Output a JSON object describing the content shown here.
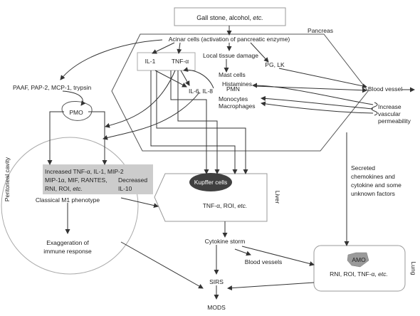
{
  "labels": {
    "trigger": "Gall stone, alcohol, etc.",
    "trigger_plain": "Gall stone, alcohol, ",
    "trigger_italic": "etc.",
    "acinar": "Acinar cells (activation of pancreatic enzyme)",
    "pancreas": "Pancreas",
    "il1": "IL-1",
    "tnf": "TNF-α",
    "local_damage": "Local tissue damage",
    "pg_lk": "PG, LK",
    "mast_cells": "Mast cells",
    "histamines": "Histamines",
    "blood_vessel": "Blood vessel",
    "il6_il8": "IL-6, IL-8",
    "pmn": "PMN",
    "monocytes": "Monocytes",
    "macrophages": "Macrophages",
    "increase_vp_1": "Increase",
    "increase_vp_2": "vascular",
    "increase_vp_3": "permeability",
    "paaf": "PAAF, PAP-2, MCP-1, trypsin",
    "pmo": "PMO",
    "peritoneal_cavity": "Peritoneal cavity",
    "increased_1": "Increased TNF-α, IL-1, MIP-2",
    "increased_2": "MIP-1α, MIF, RANTES,",
    "increased_3_plain": "RNI, ROI, ",
    "increased_3_italic": "etc.",
    "decreased_1": "Decreased",
    "decreased_2": "IL-10",
    "classical_m1": "Classical M1 phenotype",
    "exaggeration_1": "Exaggeration of",
    "exaggeration_2": "immune response",
    "kupffer": "Kupffer cells",
    "kupffer_out_plain": "TNF-α, ROI, ",
    "kupffer_out_italic": "etc.",
    "liver": "Liver",
    "secreted_1": "Secreted",
    "secreted_2": "chemokines and",
    "secreted_3": "cytokine and some",
    "secreted_4": "unknown factors",
    "cytokine_storm": "Cytokine storm",
    "blood_vessels": "Blood vessels",
    "amo": "AMO",
    "amo_out_plain": "RNI, ROI, TNF-α, ",
    "amo_out_italic": "etc.",
    "lung": "Lung",
    "sirs": "SIRS",
    "mods": "MODS"
  },
  "colors": {
    "line": "#333333",
    "box_stroke": "#aaaaaa",
    "gray_box": "#cccccc",
    "kupffer_fill": "#404040",
    "amo_fill": "#9a9a9a",
    "pmo_stroke": "#555555"
  }
}
